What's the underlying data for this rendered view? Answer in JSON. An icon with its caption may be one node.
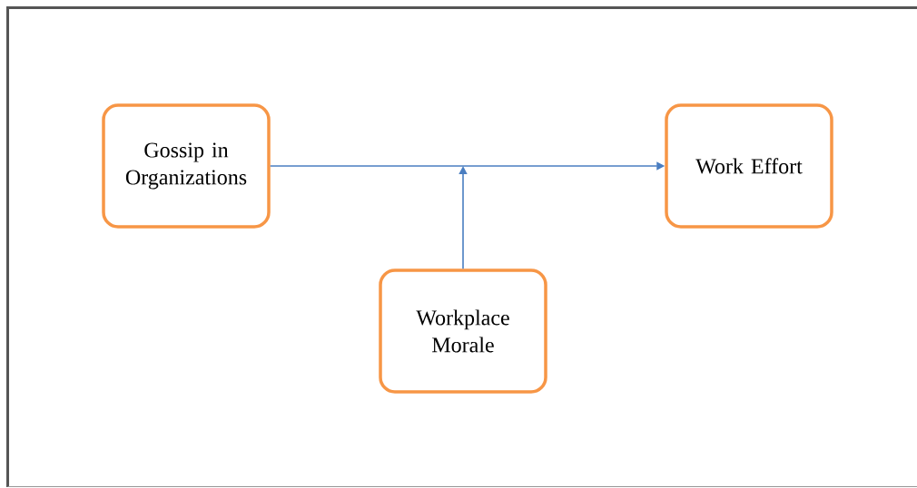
{
  "diagram": {
    "nodes": [
      {
        "text": [
          "Gossip in Organizations"
        ]
      },
      {
        "text": [
          "Work Effort"
        ]
      },
      {
        "text": [
          "Workplace Morale"
        ]
      }
    ],
    "edges": [
      {
        "from": 0,
        "to": 1,
        "arrow": "to"
      },
      {
        "from": 2,
        "to": null,
        "arrow": "to"
      }
    ]
  }
}
